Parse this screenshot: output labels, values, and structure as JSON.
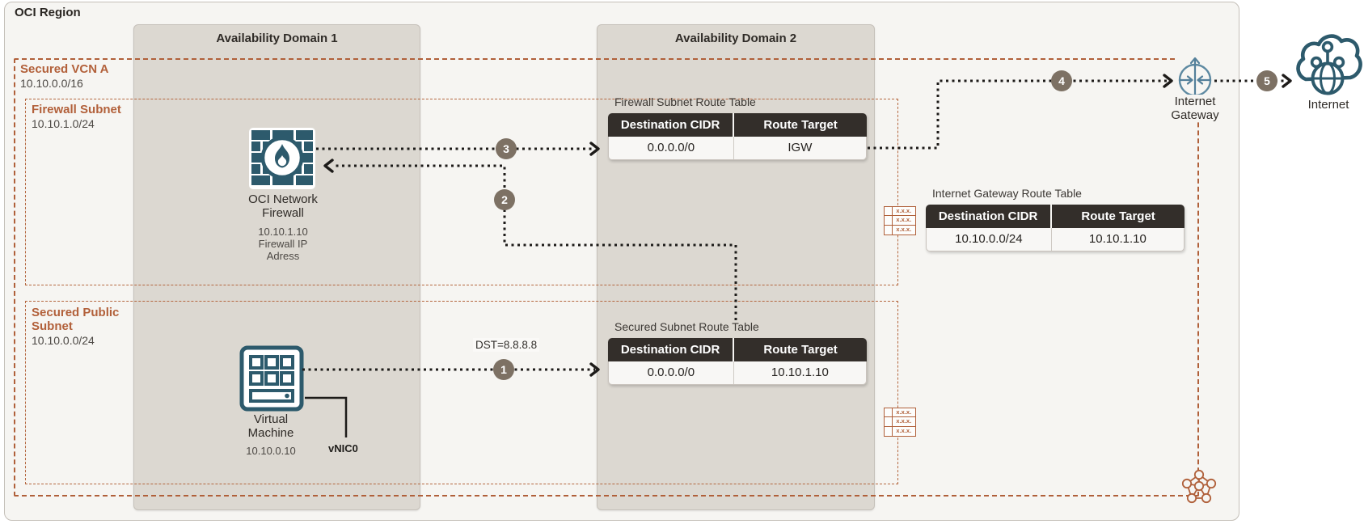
{
  "region": {
    "title": "OCI Region"
  },
  "availability_domains": [
    {
      "label": "Availability Domain 1"
    },
    {
      "label": "Availability Domain 2"
    }
  ],
  "vcn": {
    "name": "Secured VCN A",
    "cidr": "10.10.0.0/16"
  },
  "subnets": [
    {
      "name": "Firewall Subnet",
      "cidr": "10.10.1.0/24"
    },
    {
      "name": "Secured Public Subnet",
      "cidr": "10.10.0.0/24"
    }
  ],
  "nodes": {
    "firewall": {
      "label": "OCI Network Firewall",
      "ip": "10.10.1.10",
      "ip_caption": "Firewall IP Adress"
    },
    "virtual_machine": {
      "label": "Virtual Machine",
      "ip": "10.10.0.10",
      "nic_label": "vNIC0"
    },
    "internet_gateway": {
      "label": "Internet Gateway"
    },
    "internet": {
      "label": "Internet"
    }
  },
  "route_tables": [
    {
      "title": "Firewall Subnet Route Table",
      "columns": [
        "Destination CIDR",
        "Route Target"
      ],
      "rows": [
        [
          "0.0.0.0/0",
          "IGW"
        ]
      ]
    },
    {
      "title": "Internet Gateway Route Table",
      "columns": [
        "Destination CIDR",
        "Route Target"
      ],
      "rows": [
        [
          "10.10.0.0/24",
          "10.10.1.10"
        ]
      ]
    },
    {
      "title": "Secured Subnet Route Table",
      "columns": [
        "Destination CIDR",
        "Route Target"
      ],
      "rows": [
        [
          "0.0.0.0/0",
          "10.10.1.10"
        ]
      ]
    }
  ],
  "flow": {
    "dst_label": "DST=8.8.8.8",
    "steps": [
      "1",
      "2",
      "3",
      "4",
      "5"
    ]
  },
  "legend": {
    "route_table_icon_text": "x.x.x."
  },
  "colors": {
    "accent_orange": "#b0603a",
    "teal_dark": "#2d5a6c",
    "teal_light": "#5d89a1",
    "badge": "#7d7164",
    "table_header_bg": "#332e2a",
    "ad_fill": "#dcd8d1",
    "region_fill": "#f6f5f2"
  }
}
